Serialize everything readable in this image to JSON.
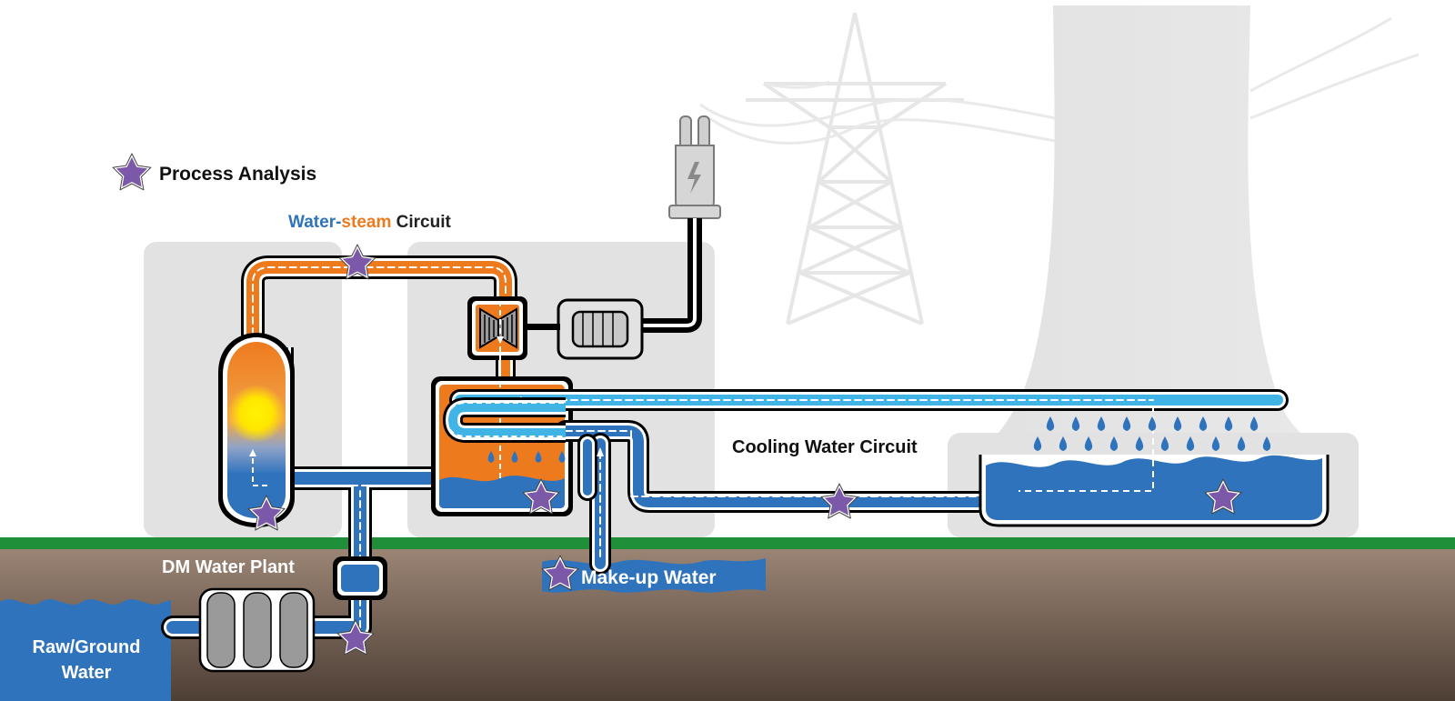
{
  "legend": {
    "label": "Process Analysis",
    "icon": "star-icon",
    "star_color": "#7b58a8"
  },
  "labels": {
    "circuit_part1": "Water",
    "circuit_dash": "-",
    "circuit_part2": "steam",
    "circuit_part3": " Circuit",
    "cooling_circuit": "Cooling Water Circuit",
    "dm_plant": "DM Water Plant",
    "makeup_water": "Make-up Water",
    "raw_water_line1": "Raw/Ground",
    "raw_water_line2": "Water"
  },
  "colors": {
    "water_blue": "#2f73bd",
    "light_blue": "#41b4e6",
    "steam_orange": "#ee7a1e",
    "ground_brown": "#7a6253",
    "grass_green": "#1f8f3a",
    "building_gray": "#e3e3e3",
    "label_blue": "#2f73bd",
    "label_orange": "#ee7a1e"
  }
}
